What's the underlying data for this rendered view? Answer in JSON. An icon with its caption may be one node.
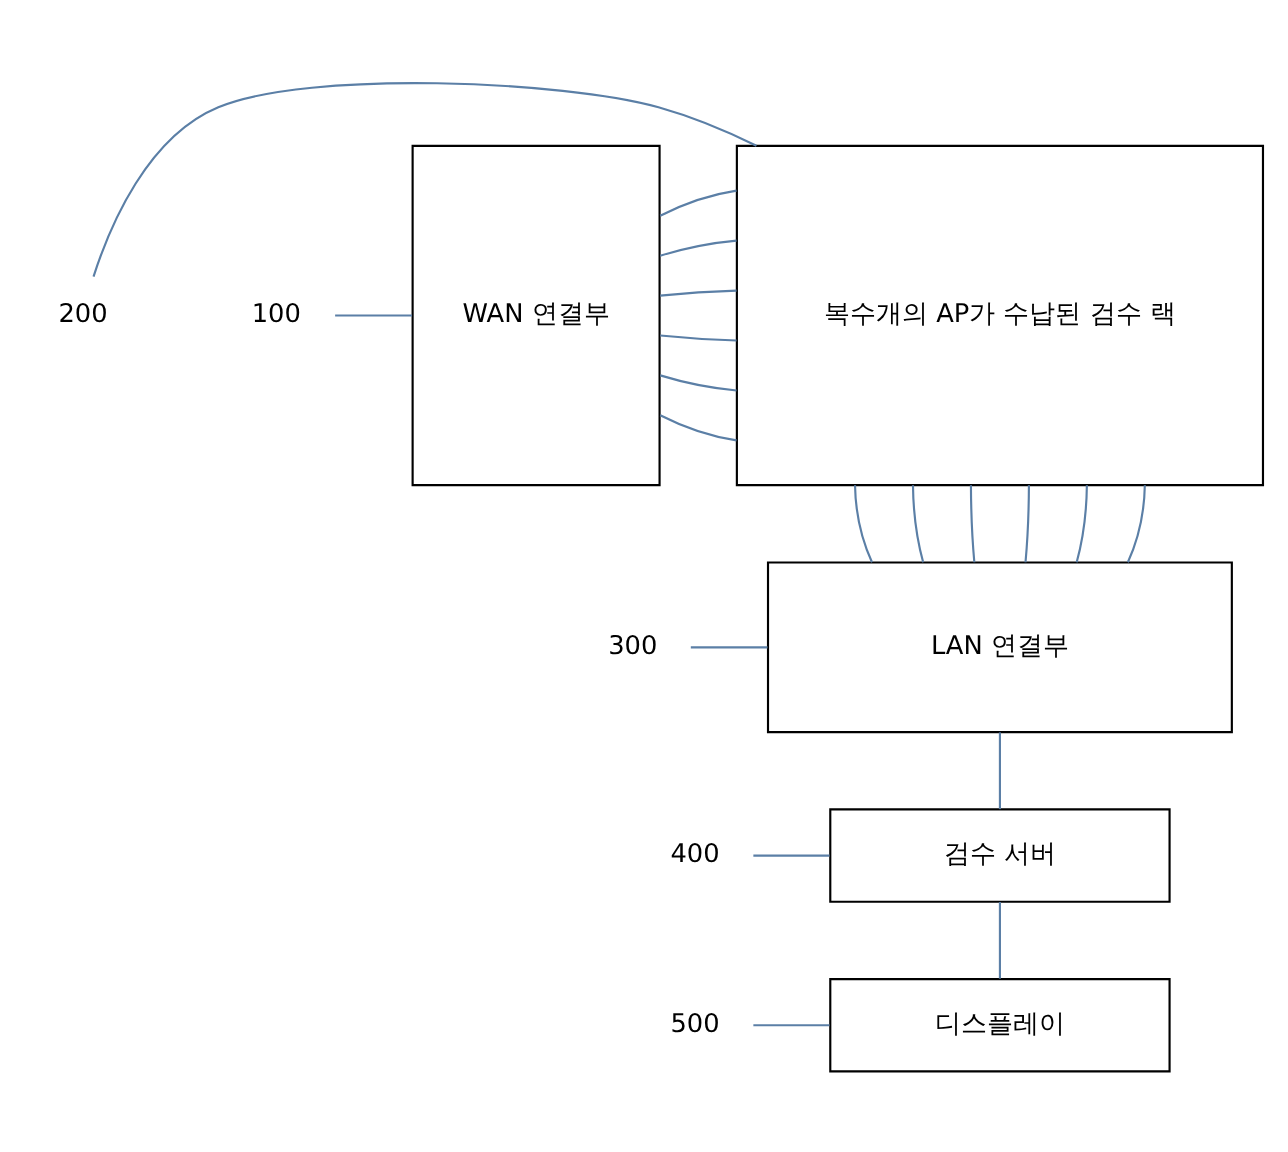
{
  "diagram": {
    "nodes": [
      {
        "text": [
          "WAN 연결부"
        ]
      },
      {
        "text": [
          "복수개의 AP가 수납된 검수 랙"
        ]
      },
      {
        "text": [
          "LAN 연결부"
        ]
      },
      {
        "text": [
          "검수 서버"
        ]
      },
      {
        "text": [
          "디스플레이"
        ]
      },
      {
        "text": [
          "100"
        ]
      },
      {
        "text": [
          "200"
        ]
      },
      {
        "text": [
          "300"
        ]
      },
      {
        "text": [
          "400"
        ]
      },
      {
        "text": [
          "500"
        ]
      }
    ],
    "edges": [
      {
        "from": 0,
        "to": 1,
        "arrow": "none"
      },
      {
        "from": 0,
        "to": 1,
        "arrow": "none"
      },
      {
        "from": 0,
        "to": 1,
        "arrow": "none"
      },
      {
        "from": 0,
        "to": 1,
        "arrow": "none"
      },
      {
        "from": 0,
        "to": 1,
        "arrow": "none"
      },
      {
        "from": 0,
        "to": 1,
        "arrow": "none"
      },
      {
        "from": 1,
        "to": 2,
        "arrow": "none"
      },
      {
        "from": 1,
        "to": 2,
        "arrow": "none"
      },
      {
        "from": 1,
        "to": 2,
        "arrow": "none"
      },
      {
        "from": 1,
        "to": 2,
        "arrow": "none"
      },
      {
        "from": 1,
        "to": 2,
        "arrow": "none"
      },
      {
        "from": 1,
        "to": 2,
        "arrow": "none"
      },
      {
        "from": 2,
        "to": 3,
        "arrow": "none"
      },
      {
        "from": 3,
        "to": 4,
        "arrow": "none"
      },
      {
        "from": 5,
        "to": 0,
        "arrow": "none"
      },
      {
        "from": 6,
        "to": 1,
        "arrow": "none"
      },
      {
        "from": 7,
        "to": 2,
        "arrow": "none"
      },
      {
        "from": 8,
        "to": 3,
        "arrow": "none"
      },
      {
        "from": 9,
        "to": 4,
        "arrow": "none"
      }
    ]
  }
}
